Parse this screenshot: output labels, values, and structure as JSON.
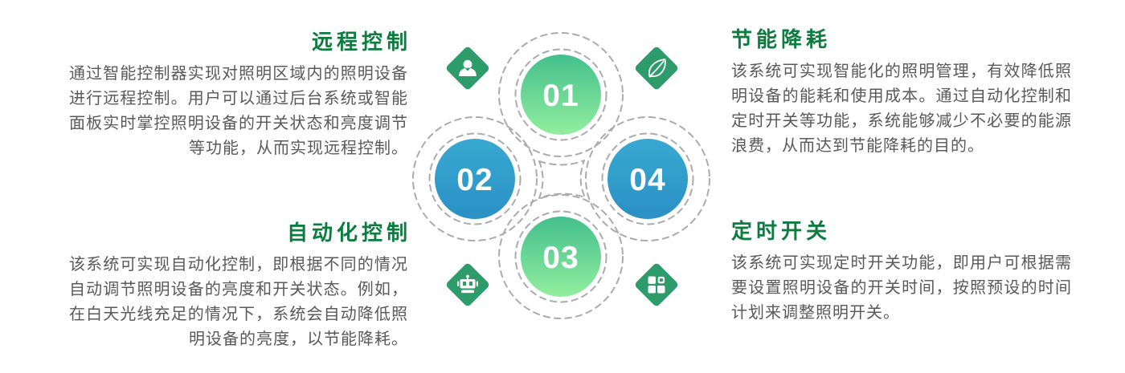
{
  "features": {
    "remote": {
      "title": "远程控制",
      "body": "通过智能控制器实现对照明区域内的照明设备进行远程控制。用户可以通过后台系统或智能面板实时掌控照明设备的开关状态和亮度调节等功能，从而实现远程控制。"
    },
    "energy": {
      "title": "节能降耗",
      "body": "该系统可实现智能化的照明管理，有效降低照明设备的能耗和使用成本。通过自动化控制和定时开关等功能，系统能够减少不必要的能源浪费，从而达到节能降耗的目的。"
    },
    "auto": {
      "title": "自动化控制",
      "body": "该系统可实现自动化控制，即根据不同的情况自动调节照明设备的亮度和开关状态。例如，在白天光线充足的情况下，系统会自动降低照明设备的亮度，以节能降耗。"
    },
    "timer": {
      "title": "定时开关",
      "body": "该系统可实现定时开关功能，即用户可根据需要设置照明设备的开关时间，按照预设的时间计划来调整照明开关。"
    }
  },
  "diagram": {
    "nodes": [
      {
        "label": "01",
        "style": "green-gradient"
      },
      {
        "label": "02",
        "style": "blue"
      },
      {
        "label": "03",
        "style": "green-gradient"
      },
      {
        "label": "04",
        "style": "blue"
      }
    ],
    "badges": [
      {
        "icon": "user-icon"
      },
      {
        "icon": "leaf-icon"
      },
      {
        "icon": "robot-icon"
      },
      {
        "icon": "apps-grid-icon"
      }
    ],
    "colors": {
      "title_green": "#0E7C40",
      "body_gray": "#595959",
      "diamond_green": "#2E9B6B",
      "circle_green_top": "#44BF8D",
      "circle_green_bottom": "#92EE9E",
      "circle_blue_top": "#38A9D1",
      "circle_blue_bottom": "#2B90C5",
      "dash_gray": "#ABABAB",
      "number_white": "#FFFFFF"
    }
  }
}
